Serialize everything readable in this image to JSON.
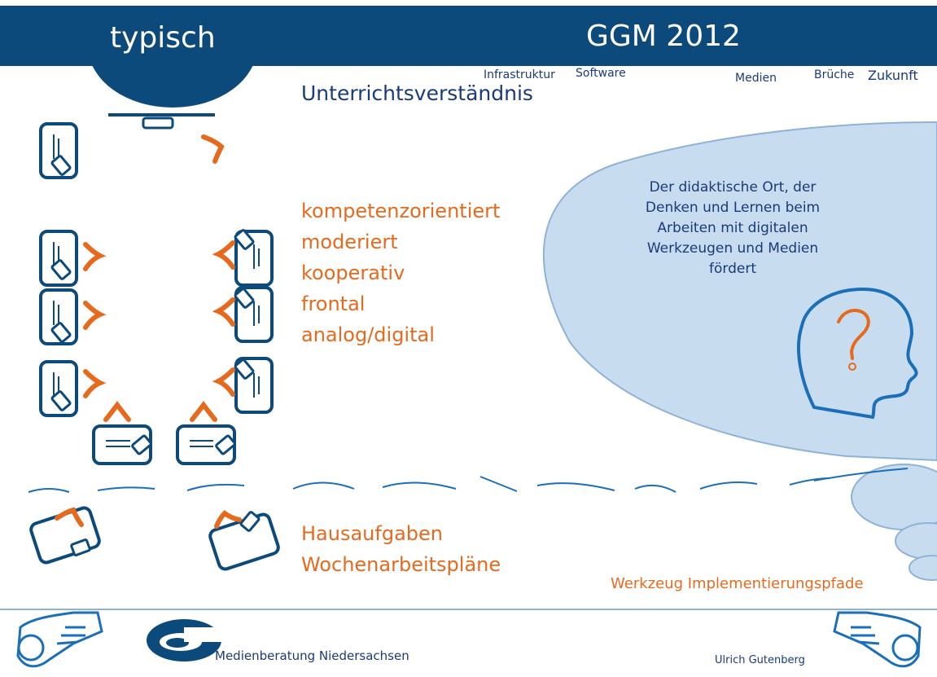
{
  "header": {
    "left_title": "typisch",
    "right_title": "GGM 2012"
  },
  "nav": {
    "items": [
      "Infrastruktur",
      "Software",
      "Medien",
      "Brüche",
      "Zukunft"
    ]
  },
  "subject": "Unterrichtsverständnis",
  "methods": [
    "kompetenzorientiert",
    "moderiert",
    "kooperativ",
    "frontal",
    "analog/digital"
  ],
  "homework": [
    "Hausaufgaben",
    "Wochenarbeitspläne"
  ],
  "bubble": {
    "lines": [
      "Der didaktische Ort, der",
      "Denken und Lernen beim",
      "Arbeiten mit digitalen",
      "Werkzeugen und Medien",
      "fördert"
    ]
  },
  "tools_link": "Werkzeug Implementierungspfade",
  "footer": {
    "publisher": "Medienberatung Niedersachsen",
    "author": "Ulrich Gutenberg"
  },
  "colors": {
    "header": "#0d4a7c",
    "accent": "#e66a1e",
    "text": "#1a3a7a",
    "bubble": "#c7dcee"
  }
}
